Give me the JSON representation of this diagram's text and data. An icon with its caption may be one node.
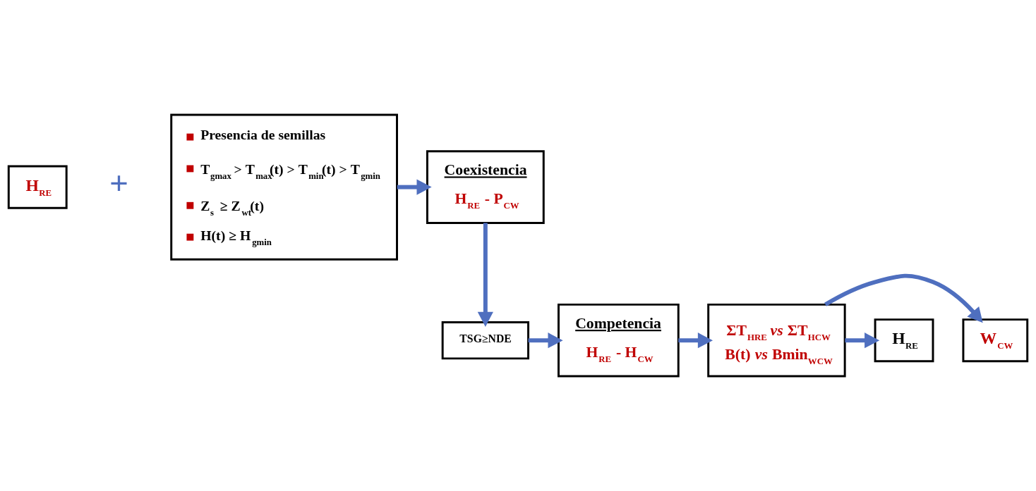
{
  "diagram": {
    "nodes": [
      {
        "text": [
          "H$_{RE}$"
        ]
      },
      {
        "text": [
          "Presencia de semillas",
          "T$_{gmax}$ > T$_{max}$(t) > T$_{min}$(t) > T$_{gmin}$",
          "Z$_{s}$ ≥ Z$_{wt}$(t)",
          "H(t) ≥ H$_{gmin}$"
        ]
      },
      {
        "text": [
          "Coexistencia",
          "H$_{RE}$ - P$_{CW}$"
        ]
      },
      {
        "text": [
          "TSG≥NDE"
        ]
      },
      {
        "text": [
          "Competencia",
          "H$_{RE}$ - H$_{CW}$"
        ]
      },
      {
        "text": [
          "ΣT$_{HRE}$ *vs* ΣT$_{HCW}$",
          "B(t) *vs* Bmin$_{WCW}$"
        ]
      },
      {
        "text": [
          "W$_{CW}$"
        ]
      },
      {
        "text": [
          "H$_{RE}$"
        ]
      }
    ],
    "edges": [
      {
        "from": 1,
        "to": 2,
        "arrow": "to"
      },
      {
        "from": 2,
        "to": 3,
        "arrow": "to"
      },
      {
        "from": 3,
        "to": 4,
        "arrow": "to"
      },
      {
        "from": 4,
        "to": 5,
        "arrow": "to"
      },
      {
        "from": 5,
        "to": 6,
        "arrow": "to"
      },
      {
        "from": 5,
        "to": 7,
        "arrow": "to"
      }
    ],
    "labels": [
      "+"
    ]
  }
}
